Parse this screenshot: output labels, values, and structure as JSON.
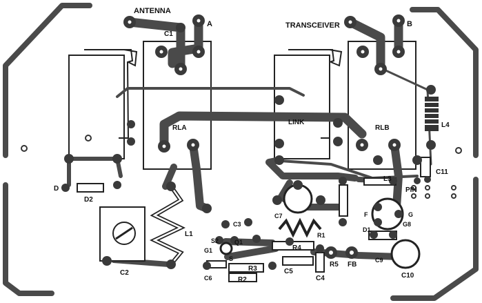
{
  "labels": {
    "antenna": "ANTENNA",
    "transceiver": "TRANSCEIVER",
    "a": "A",
    "b": "B",
    "c1": "C1",
    "rla": "RLA",
    "link": "LINK",
    "rlb": "RLB",
    "l4": "L4",
    "d": "D",
    "d2": "D2",
    "c11": "C11",
    "l3": "L3",
    "pin": "PIN",
    "l1": "L1",
    "c2": "C2",
    "c3": "C3",
    "s2": "S2",
    "q1": "Q1",
    "g1": "G1",
    "c7": "C7",
    "r4": "R4",
    "r1": "R1",
    "f": "F",
    "g": "G",
    "d1": "D1",
    "g8": "G8",
    "c5": "C5",
    "r3": "R3",
    "r2": "R2",
    "c6": "C6",
    "c4": "C4",
    "r5": "R5",
    "fb": "FB",
    "c9": "C9",
    "c10": "C10",
    "s": "S"
  }
}
